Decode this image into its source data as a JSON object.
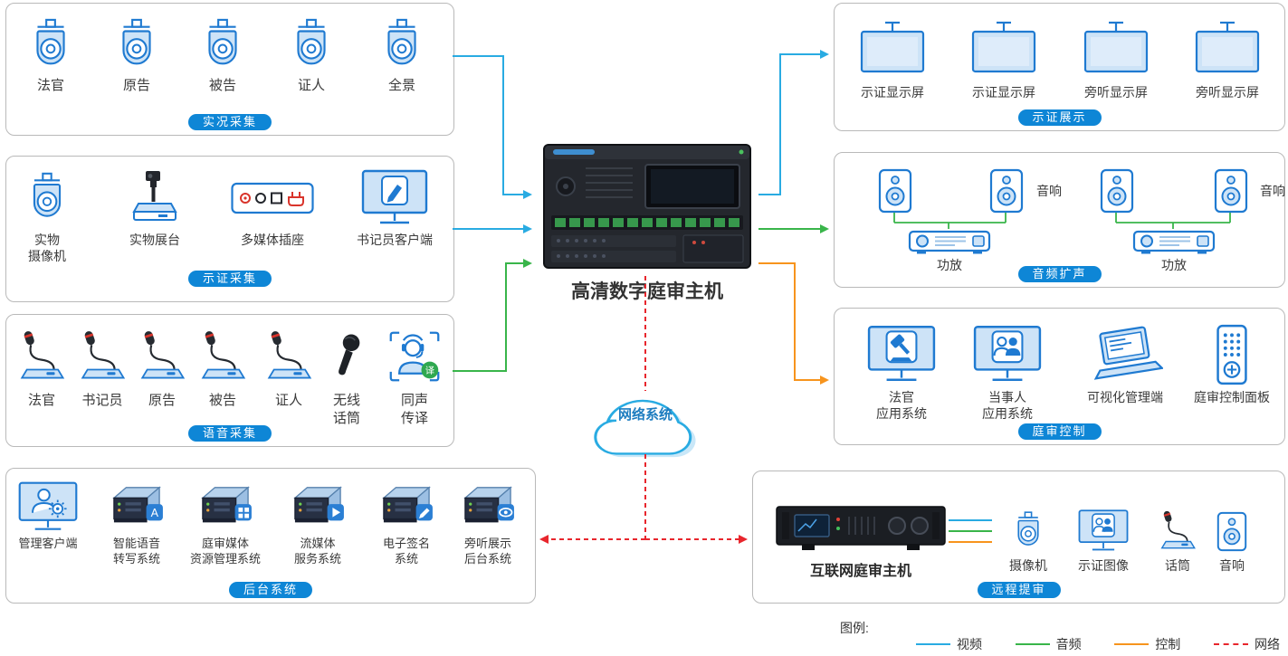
{
  "colors": {
    "video": "#29abe2",
    "audio": "#39b54a",
    "control": "#f7941d",
    "network": "#e8262d",
    "badge": "#0e86d6",
    "icon_blue": "#1f7ad1",
    "icon_fill": "#cde3f7"
  },
  "center": {
    "host_label": "高清数字庭审主机",
    "cloud_label": "网络系统"
  },
  "icon_glyphs": {
    "interpreter_badge": "译",
    "transcribe_badge": "A"
  },
  "panels": {
    "live": {
      "badge": "实况采集",
      "items": [
        {
          "label": "法官",
          "icon": "dome-camera"
        },
        {
          "label": "原告",
          "icon": "dome-camera"
        },
        {
          "label": "被告",
          "icon": "dome-camera"
        },
        {
          "label": "证人",
          "icon": "dome-camera"
        },
        {
          "label": "全景",
          "icon": "dome-camera"
        }
      ]
    },
    "evidence": {
      "badge": "示证采集",
      "items": [
        {
          "label": "实物\n摄像机",
          "icon": "dome-camera"
        },
        {
          "label": "实物展台",
          "icon": "doc-presenter"
        },
        {
          "label": "多媒体插座",
          "icon": "media-socket"
        },
        {
          "label": "书记员客户端",
          "icon": "clerk-monitor"
        }
      ]
    },
    "voice": {
      "badge": "语音采集",
      "items": [
        {
          "label": "法官",
          "icon": "gooseneck-mic"
        },
        {
          "label": "书记员",
          "icon": "gooseneck-mic"
        },
        {
          "label": "原告",
          "icon": "gooseneck-mic"
        },
        {
          "label": "被告",
          "icon": "gooseneck-mic"
        },
        {
          "label": "证人",
          "icon": "gooseneck-mic"
        },
        {
          "label": "无线\n话筒",
          "icon": "handheld-mic"
        },
        {
          "label": "同声\n传译",
          "icon": "interpreter"
        }
      ]
    },
    "backend": {
      "badge": "后台系统",
      "items": [
        {
          "label": "管理客户端",
          "icon": "admin-monitor"
        },
        {
          "label": "智能语音\n转写系统",
          "icon": "server-box-a"
        },
        {
          "label": "庭审媒体\n资源管理系统",
          "icon": "server-box-grid"
        },
        {
          "label": "流媒体\n服务系统",
          "icon": "server-box-play"
        },
        {
          "label": "电子签名\n系统",
          "icon": "server-box-pen"
        },
        {
          "label": "旁听展示\n后台系统",
          "icon": "server-box-eye"
        }
      ]
    },
    "display": {
      "badge": "示证展示",
      "items": [
        {
          "label": "示证显示屏",
          "icon": "tv-screen"
        },
        {
          "label": "示证显示屏",
          "icon": "tv-screen"
        },
        {
          "label": "旁听显示屏",
          "icon": "tv-screen"
        },
        {
          "label": "旁听显示屏",
          "icon": "tv-screen"
        }
      ]
    },
    "audio": {
      "badge": "音频扩声",
      "groups": [
        {
          "speaker_label": "音响",
          "amp_label": "功放"
        },
        {
          "speaker_label": "音响",
          "amp_label": "功放"
        }
      ]
    },
    "control": {
      "badge": "庭审控制",
      "items": [
        {
          "label": "法官\n应用系统",
          "icon": "gavel-monitor"
        },
        {
          "label": "当事人\n应用系统",
          "icon": "people-monitor"
        },
        {
          "label": "可视化管理端",
          "icon": "laptop"
        },
        {
          "label": "庭审控制面板",
          "icon": "control-panel"
        }
      ]
    },
    "remote": {
      "badge": "远程提审",
      "host_label": "互联网庭审主机",
      "items": [
        {
          "label": "摄像机",
          "icon": "dome-camera"
        },
        {
          "label": "示证图像",
          "icon": "people-monitor"
        },
        {
          "label": "话筒",
          "icon": "gooseneck-mic"
        },
        {
          "label": "音响",
          "icon": "speaker"
        }
      ]
    }
  },
  "legend": {
    "title": "图例:",
    "items": [
      {
        "label": "视频",
        "type": "video"
      },
      {
        "label": "音频",
        "type": "audio"
      },
      {
        "label": "控制",
        "type": "control"
      },
      {
        "label": "网络",
        "type": "network"
      }
    ]
  }
}
